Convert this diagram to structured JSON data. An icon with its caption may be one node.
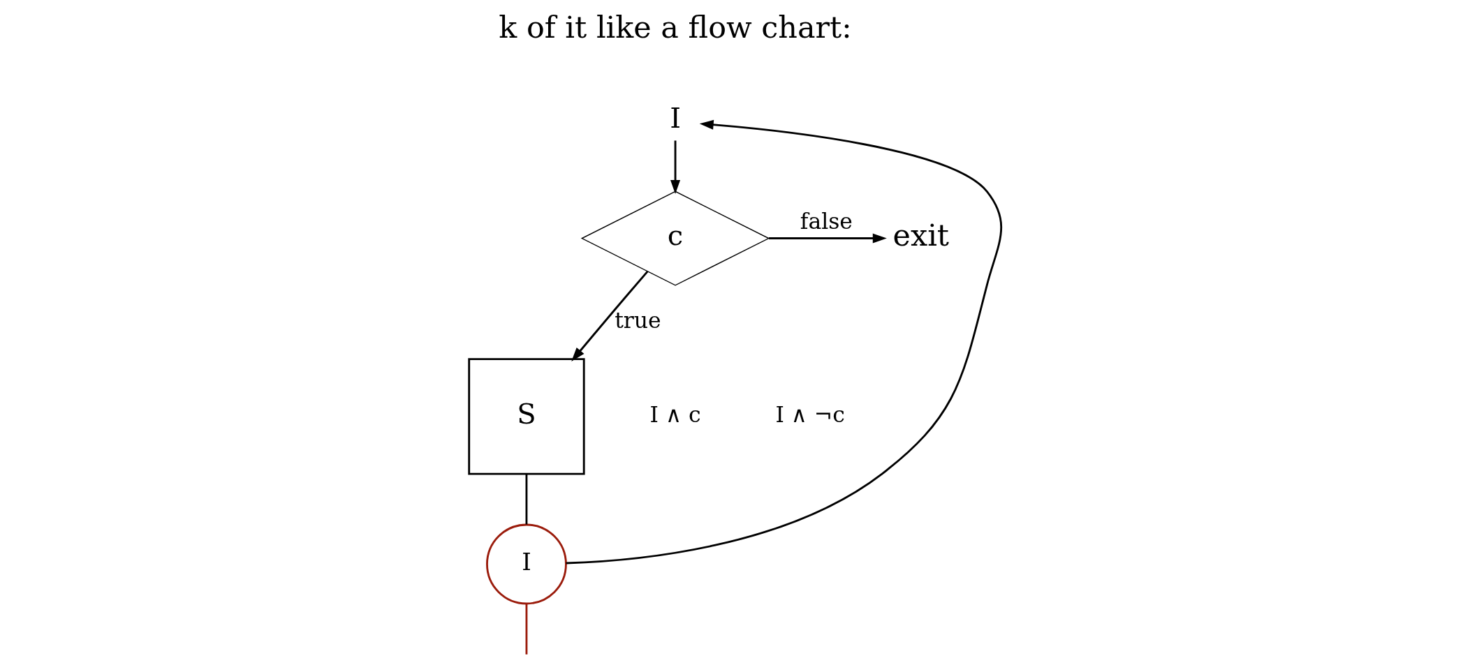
{
  "diagram": {
    "nodes": [
      {
        "text": [
          "I"
        ]
      },
      {
        "text": [
          "c"
        ]
      },
      {
        "text": [
          "exit"
        ]
      },
      {
        "text": [
          "S"
        ]
      },
      {
        "text": [
          "I"
        ]
      }
    ],
    "edges": [
      {
        "from": 0,
        "to": 1,
        "arrow": "to"
      },
      {
        "from": 1,
        "to": 3,
        "arrow": "to",
        "label": "true"
      },
      {
        "from": 1,
        "to": 2,
        "arrow": "to",
        "label": "false"
      },
      {
        "from": 3,
        "to": 4,
        "arrow": "none"
      },
      {
        "from": 4,
        "to": 0,
        "arrow": "to"
      },
      {
        "from": 4,
        "to": null,
        "arrow": "none",
        "color": "#9b1c0c"
      }
    ],
    "labels": [
      "k of it like a flow chart:",
      "I ∧ c",
      "I ∧ ¬c"
    ]
  }
}
